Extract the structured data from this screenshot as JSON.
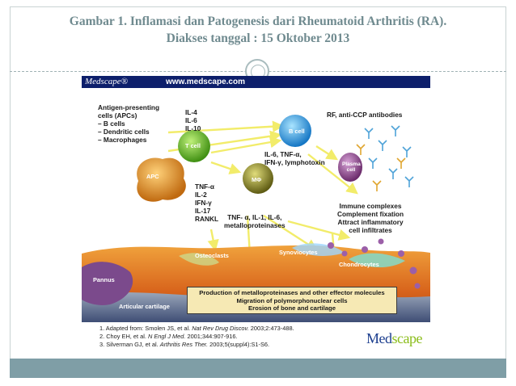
{
  "slide": {
    "title_line1": "Gambar 1. Inflamasi dan Patogenesis dari Rheumatoid Arthritis (RA).",
    "title_line2": "Diakses tanggal : 15 Oktober 2013"
  },
  "figure": {
    "header_logo": "Medscape®",
    "header_url": "www.medscape.com",
    "apc_block": [
      "Antigen-presenting",
      "cells (APCs)",
      "– B cells",
      "– Dendritic cells",
      "– Macrophages"
    ],
    "t_cytokines": [
      "IL-4",
      "IL-6",
      "IL-10"
    ],
    "t_effectors": [
      "TNF-α",
      "IL-2",
      "IFN-γ",
      "IL-17",
      "RANKL"
    ],
    "bcell_products": [
      "IL-6, TNF-α,",
      "IFN-γ, lymphotoxin"
    ],
    "macro_products": [
      "TNF- α, IL-1, IL-6,",
      "metalloproteinases"
    ],
    "antibodies": "RF, anti-CCP antibodies",
    "immune_block": [
      "Immune complexes",
      "Complement fixation",
      "Attract inflammatory",
      "cell infiltrates"
    ],
    "cells": {
      "apc": "APC",
      "tcell": "T cell",
      "bcell": "B cell",
      "macrophage": "MΦ",
      "plasma": "Plasma cell"
    },
    "tissue_labels": {
      "osteoclasts": "Osteoclasts",
      "synoviocytes": "Synoviocytes",
      "chondrocytes": "Chondrocytes",
      "pannus": "Pannus",
      "cartilage": "Articular cartilage"
    },
    "effector_box": [
      "Production of metalloproteinases and other effector molecules",
      "Migration of polymorphonuclear cells",
      "Erosion of bone and cartilage"
    ],
    "references": [
      {
        "pre": "1. Adapted from: Smolen JS, et al. ",
        "journal": "Nat Rev Drug Discov.",
        "post": " 2003;2:473-488."
      },
      {
        "pre": "2. Choy EH, et al. ",
        "journal": "N Engl J Med.",
        "post": " 2001;344:907-916."
      },
      {
        "pre": "3. Silverman GJ, et al. ",
        "journal": "Arthritis Res Ther.",
        "post": " 2003;5(suppl4):S1-S6."
      }
    ],
    "brand_main": "Med",
    "brand_accent": "scape"
  },
  "colors": {
    "title": "#6f8a8f",
    "bottom_bar": "#7f9ea6",
    "header_bg": "#0d1f6b",
    "arrow": "#f2ec6a",
    "tcell": "#6fbf2a",
    "bcell": "#3aa6e8",
    "macrophage": "#8a8a2a",
    "apc": "#e39a2b",
    "plasma": "#8a4a8a"
  }
}
